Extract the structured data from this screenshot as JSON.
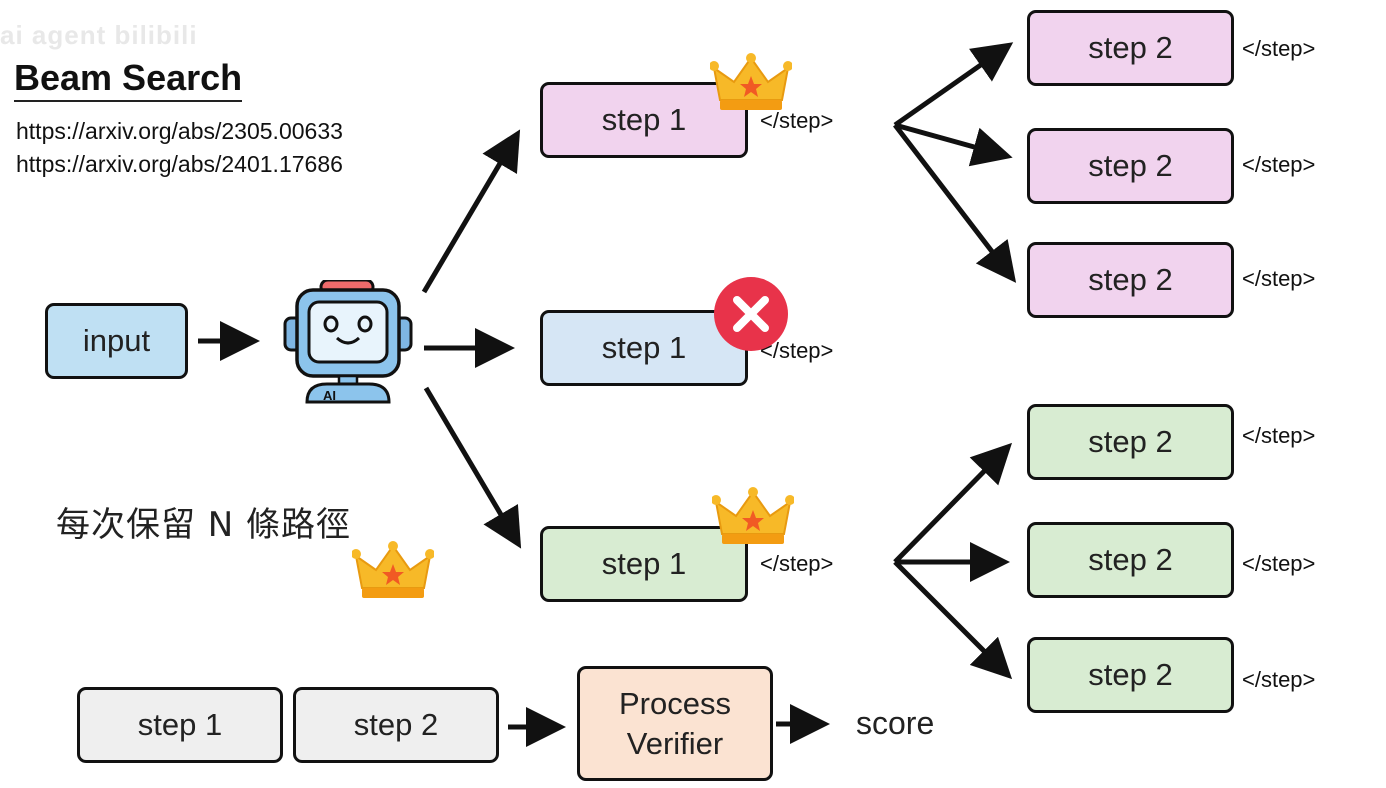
{
  "watermark": "ai agent bilibili",
  "title": "Beam Search",
  "links": [
    "https://arxiv.org/abs/2305.00633",
    "https://arxiv.org/abs/2401.17686"
  ],
  "input_label": "input",
  "robot_badge": "AI",
  "step1_label": "step 1",
  "step2_label": "step 2",
  "end_tag": "</step>",
  "note": "每次保留 N 條路徑",
  "verifier": {
    "line1": "Process",
    "line2": "Verifier",
    "output": "score",
    "inputs": [
      "step 1",
      "step 2"
    ]
  },
  "colors": {
    "kept_top": "#f1d3ee",
    "rejected": "#d6e6f5",
    "kept_bottom": "#d8ecd2",
    "input": "#bfe0f3",
    "verifier": "#fbe3d2",
    "crown": "#f7b928",
    "reject_mark": "#e8334a"
  },
  "icons": [
    "robot-icon",
    "crown-icon",
    "reject-x-icon",
    "arrow-icon"
  ]
}
